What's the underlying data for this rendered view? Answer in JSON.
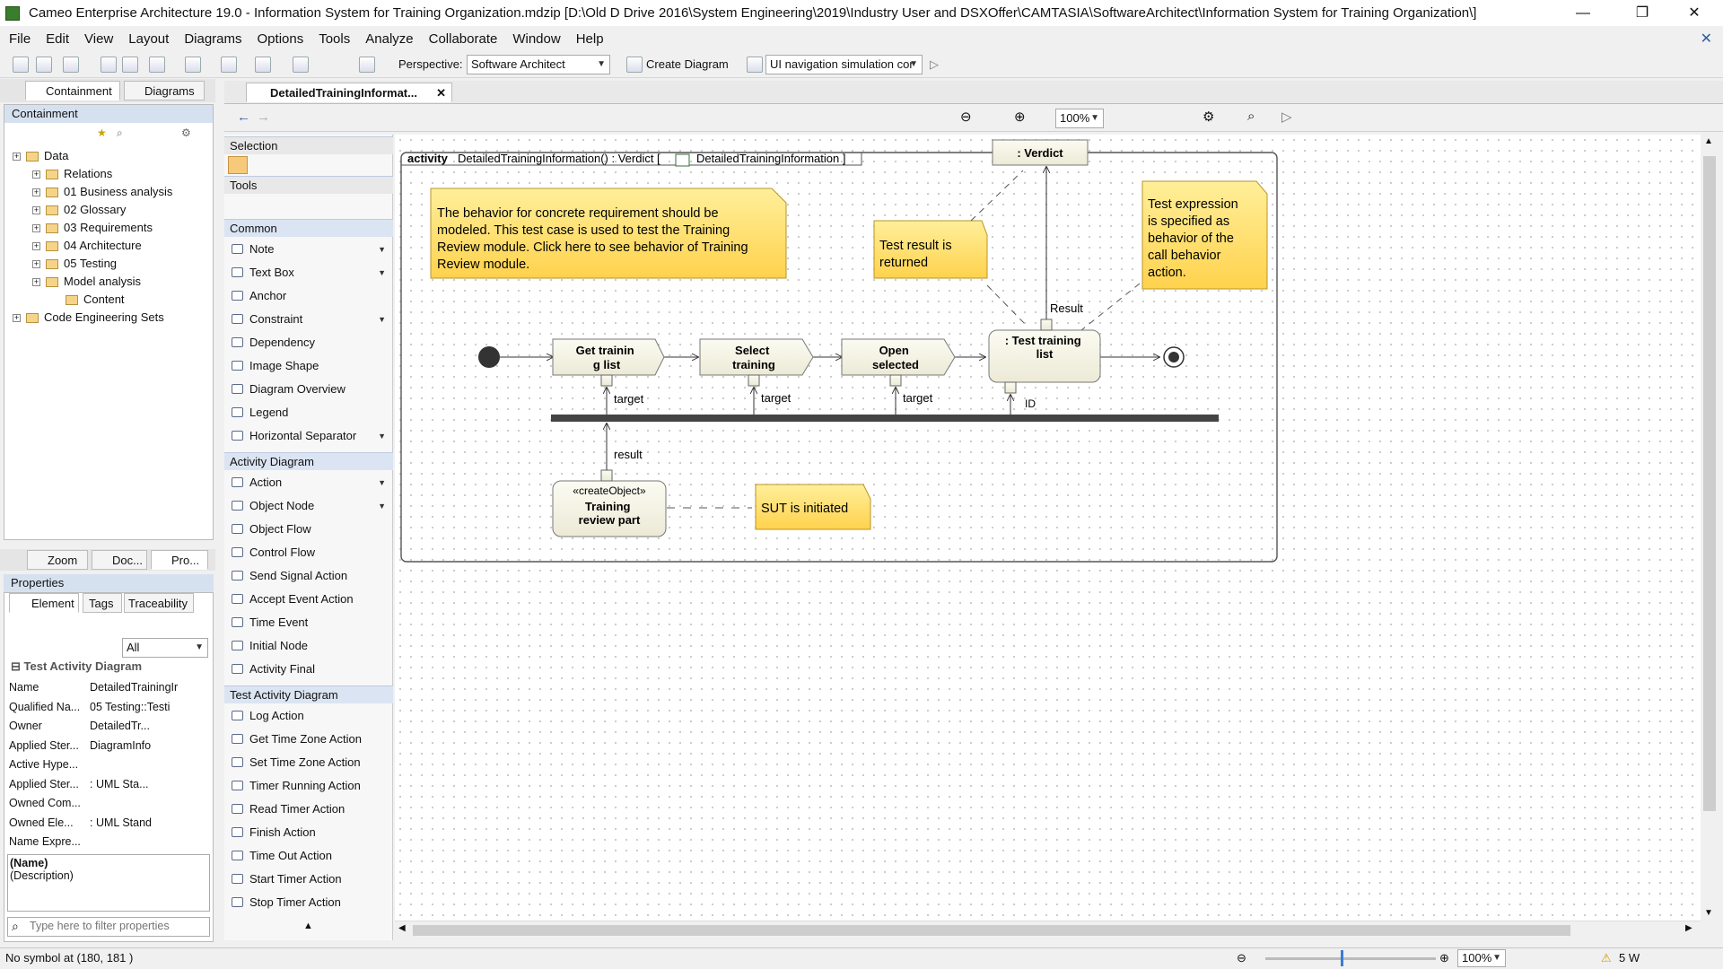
{
  "window": {
    "title": "Cameo Enterprise Architecture 19.0 - Information System for Training Organization.mdzip [D:\\Old D Drive 2016\\System Engineering\\2019\\Industry User and DSXOffer\\CAMTASIA\\SoftwareArchitect\\Information System for Training Organization\\]",
    "minimize": "—",
    "restore": "❐",
    "close": "✕"
  },
  "menu": [
    "File",
    "Edit",
    "View",
    "Layout",
    "Diagrams",
    "Options",
    "Tools",
    "Analyze",
    "Collaborate",
    "Window",
    "Help"
  ],
  "toolbar": {
    "perspective_label": "Perspective:",
    "perspective_value": "Software Architect",
    "create_diagram": "Create Diagram",
    "simulation_value": "UI navigation simulation cor"
  },
  "left_tabs": {
    "containment": "Containment",
    "diagrams": "Diagrams"
  },
  "containment": {
    "header": "Containment",
    "tree": [
      {
        "label": "Data",
        "level": 0
      },
      {
        "label": "Relations",
        "level": 1
      },
      {
        "label": "01 Business analysis",
        "level": 1
      },
      {
        "label": "02 Glossary",
        "level": 1
      },
      {
        "label": "03 Requirements",
        "level": 1
      },
      {
        "label": "04 Architecture",
        "level": 1
      },
      {
        "label": "05 Testing",
        "level": 1
      },
      {
        "label": "Model analysis",
        "level": 1
      },
      {
        "label": "Content",
        "level": 2
      },
      {
        "label": "Code Engineering Sets",
        "level": 0
      }
    ]
  },
  "bottom_tabs": {
    "zoom": "Zoom",
    "doc": "Doc...",
    "pro": "Pro..."
  },
  "properties": {
    "header": "Properties",
    "tabs": [
      "Element",
      "Tags",
      "Traceability"
    ],
    "filter_value": "All",
    "group": "Test Activity Diagram",
    "rows": [
      {
        "key": "Name",
        "value": "DetailedTrainingIr"
      },
      {
        "key": "Qualified Na...",
        "value": "05 Testing::Testi"
      },
      {
        "key": "Owner",
        "value": "DetailedTr..."
      },
      {
        "key": "Applied Ster...",
        "value": "DiagramInfo"
      },
      {
        "key": "Active Hype...",
        "value": ""
      },
      {
        "key": "Applied Ster...",
        "value": ": UML Sta..."
      },
      {
        "key": "Owned Com...",
        "value": ""
      },
      {
        "key": "Owned Ele...",
        "value": ": UML Stand"
      },
      {
        "key": "Name Expre...",
        "value": ""
      }
    ],
    "desc_name": "(Name)",
    "desc_text": "(Description)",
    "search_placeholder": "Type here to filter properties"
  },
  "editor": {
    "tab_label": "DetailedTrainingInformat...",
    "zoom": "100%"
  },
  "palette": {
    "selection": "Selection",
    "tools": "Tools",
    "common": "Common",
    "common_items": [
      "Note",
      "Text Box",
      "Anchor",
      "Constraint",
      "Dependency",
      "Image Shape",
      "Diagram Overview",
      "Legend",
      "Horizontal Separator"
    ],
    "activity": "Activity Diagram",
    "activity_items": [
      "Action",
      "Object Node",
      "Object Flow",
      "Control Flow",
      "Send Signal Action",
      "Accept Event Action",
      "Time Event",
      "Initial Node",
      "Activity Final"
    ],
    "test": "Test Activity Diagram",
    "test_items": [
      "Log Action",
      "Get Time Zone Action",
      "Set Time Zone Action",
      "Timer Running Action",
      "Read Timer Action",
      "Finish Action",
      "Time Out Action",
      "Start Timer Action",
      "Stop Timer Action"
    ]
  },
  "diagram": {
    "frame_keyword": "activity",
    "frame_title": "DetailedTrainingInformation() : Verdict [",
    "frame_diagram_name": "DetailedTrainingInformation ]",
    "verdict": ": Verdict",
    "note_main": [
      "The behavior for concrete requirement should be",
      "modeled. This test case is used to test the Training",
      "Review module. Click here to see behavior of Training",
      "Review module."
    ],
    "note_result": [
      "Test result is",
      "returned"
    ],
    "note_expression": [
      "Test expression",
      "is specified as",
      "behavior of the",
      "call behavior",
      "action."
    ],
    "note_sut": "SUT is initiated",
    "action1": [
      "Get trainin",
      "g list"
    ],
    "action2": [
      "Select",
      "training"
    ],
    "action3": [
      "Open",
      "selected"
    ],
    "action4": [
      ": Test training",
      "list"
    ],
    "create_stereotype": "«createObject»",
    "create_name": [
      "Training",
      "review part"
    ],
    "pin_target": "target",
    "pin_result": "result",
    "pin_result_cap": "Result",
    "pin_id": "ID"
  },
  "status": {
    "left": "No symbol at (180, 181 )",
    "zoom": "100%",
    "warnings": "5 W"
  }
}
